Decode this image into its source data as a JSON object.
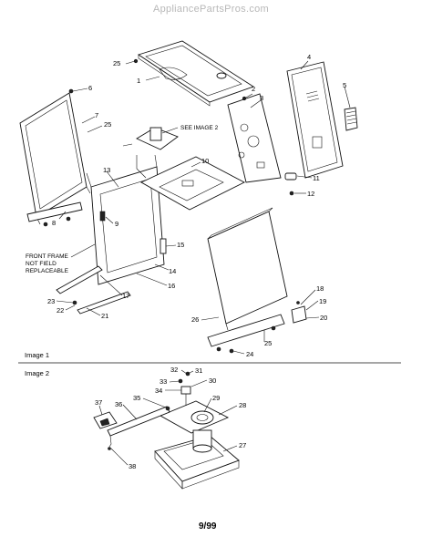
{
  "watermark": "AppliancePartsPros.com",
  "notes": {
    "see_image_2": "SEE IMAGE 2",
    "front_frame": [
      "FRONT FRAME",
      "NOT FIELD",
      "REPLACEABLE"
    ]
  },
  "section_labels": {
    "image1": "Image 1",
    "image2": "Image 2"
  },
  "footer": {
    "date": "9/99"
  },
  "callouts": [
    "1",
    "2",
    "3",
    "4",
    "5",
    "6",
    "7",
    "8",
    "9",
    "10",
    "11",
    "12",
    "13",
    "14",
    "15",
    "16",
    "17",
    "18",
    "19",
    "20",
    "21",
    "22",
    "23",
    "24",
    "25",
    "25",
    "25",
    "26",
    "27",
    "28",
    "29",
    "30",
    "31",
    "32",
    "33",
    "34",
    "35",
    "36",
    "37",
    "38"
  ]
}
